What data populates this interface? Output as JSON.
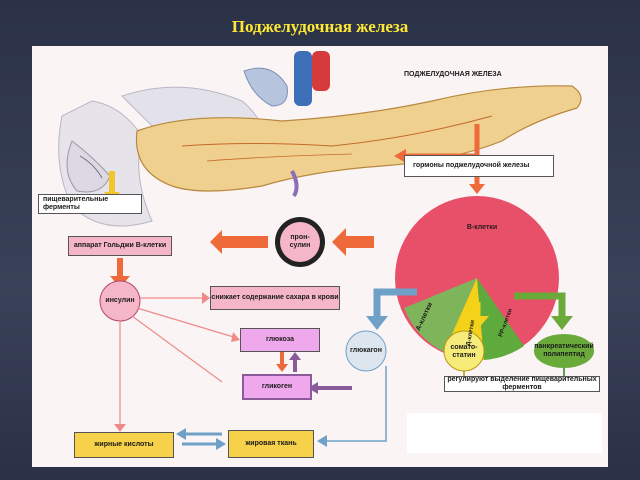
{
  "title": "Поджелудочная железа",
  "labels": {
    "pancreas": "ПОДЖЕЛУДОЧНАЯ ЖЕЛЕЗА",
    "hormones": "гормоны поджелудочной железы",
    "digestive_enzymes": "пищеварительные ферменты",
    "golgi": "аппарат Гольджи В-клетки",
    "proinsulin": "прон- сулин",
    "b_cells": "В-клетки",
    "a_cells": "А-клетки",
    "d_cells": "Д-клетки",
    "pp_cells": "РР-клетки",
    "insulin": "инсулин",
    "lowers_sugar": "снижает содержание сахара в крови",
    "glucose": "глюкоза",
    "glycogen": "гликоген",
    "glucagon": "глюкагон",
    "somatostatin": "сомато- статин",
    "pancreatic_polypeptide": "панкреатический полипептид",
    "regulate_enzymes": "регулируют выделение пищеварительных ферментов",
    "fatty_acids": "жирные кислоты",
    "adipose_tissue": "жировая ткань"
  },
  "colors": {
    "title": "#ffe833",
    "background": "#2f364d",
    "b_cells": "#e8506a",
    "a_cells": "#7fb55a",
    "d_cells": "#f4d21a",
    "pp_cells": "#5faa3c",
    "arrow_orange": "#ef6a3a",
    "arrow_blue": "#6fa0c8",
    "arrow_purple": "#8a5a9a"
  }
}
